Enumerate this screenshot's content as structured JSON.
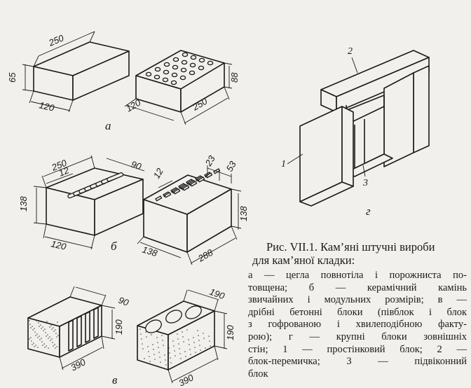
{
  "panels": {
    "a": {
      "label": "а",
      "solid_brick": {
        "length": "250",
        "height": "65",
        "width": "120"
      },
      "hollow_brick": {
        "height": "88",
        "length": "250",
        "width": "120"
      }
    },
    "b": {
      "label": "б",
      "stone_left": {
        "length": "250",
        "width_top": "90",
        "slot": "12",
        "height": "138",
        "width": "120"
      },
      "stone_right": {
        "slot": "12",
        "dim_23": "23",
        "dim_53": "53",
        "height": "138",
        "length": "288",
        "width": "138"
      }
    },
    "v": {
      "label": "в",
      "corrugated_block": {
        "width": "90",
        "height": "190",
        "length": "390"
      },
      "wavy_block": {
        "width": "190",
        "height": "190",
        "length": "390"
      }
    },
    "g": {
      "label": "г",
      "callouts": {
        "pier_block": "1",
        "lintel_block": "2",
        "sill_block": "3"
      }
    }
  },
  "caption": {
    "title_line1": "Рис.  VII.1. Кам’яні штучні вироби",
    "title_line2": "для кам’яної кладки:",
    "lines": [
      "а — цегла повнотіла і порожниста по-",
      "товщена; б — керамічний камінь",
      "звичайних і модульних розмірів; в —",
      "дрібні бетонні блоки (півблок і блок",
      "з гофрованою і хвилеподібною факту-",
      "рою); г — крупні блоки зовнішніх",
      "стін; 1 — простінковий блок; 2 —",
      "блок-перемичка; 3 — підвіконний",
      "блок"
    ]
  }
}
